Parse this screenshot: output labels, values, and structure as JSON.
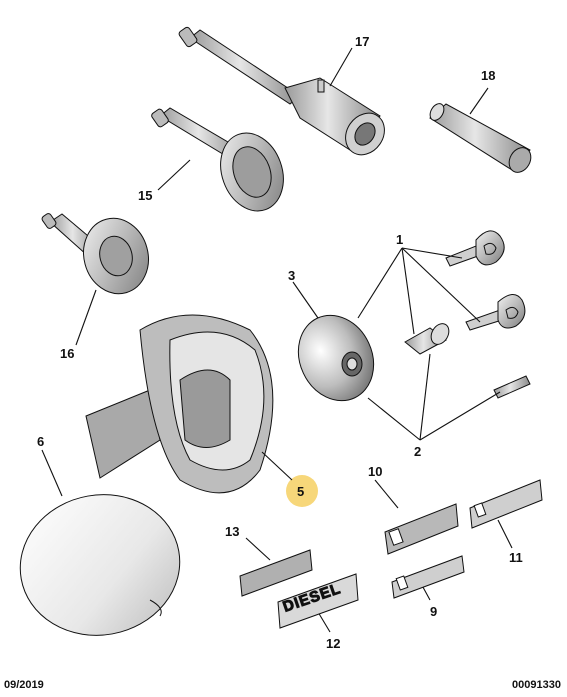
{
  "callouts": {
    "c1": "1",
    "c2": "2",
    "c3": "3",
    "c5": "5",
    "c6": "6",
    "c9": "9",
    "c10": "10",
    "c11": "11",
    "c12": "12",
    "c13": "13",
    "c15": "15",
    "c16": "16",
    "c17": "17",
    "c18": "18"
  },
  "label_diesel": "DIESEL",
  "footer": {
    "date": "09/2019",
    "ref": "00091330"
  },
  "colors": {
    "highlight": "#f7d77a",
    "line": "#111111",
    "part_fill": "#c9c9c9",
    "part_dark": "#8c8c8c"
  }
}
